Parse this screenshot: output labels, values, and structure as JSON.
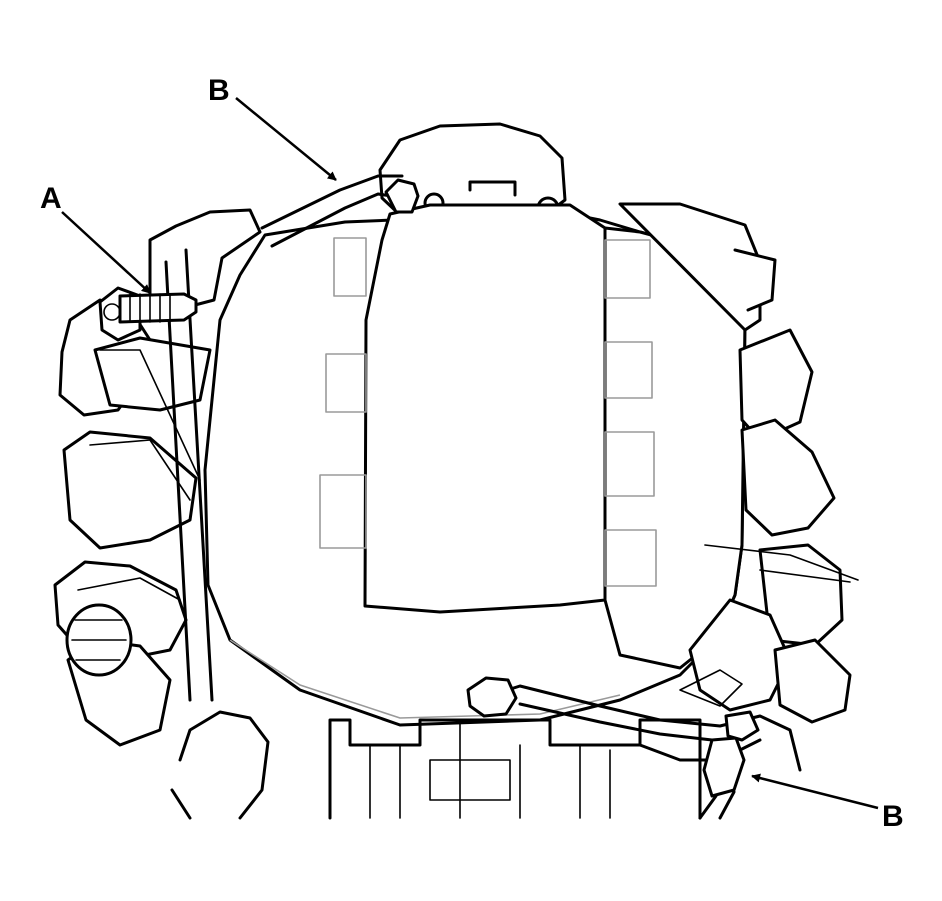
{
  "labels": {
    "a": "A",
    "b_top": "B",
    "b_bottom": "B"
  },
  "colors": {
    "line": "#000000",
    "background": "#ffffff",
    "hidden_line": "#9a9a9a"
  }
}
